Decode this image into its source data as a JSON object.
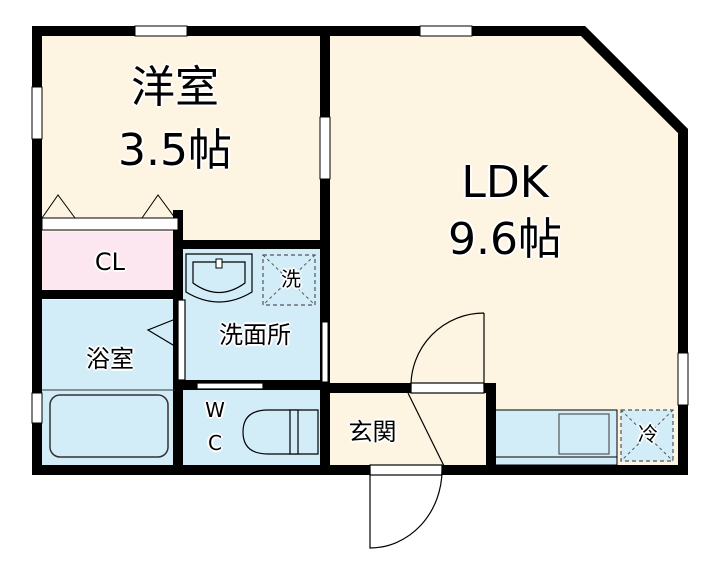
{
  "floorplan": {
    "colors": {
      "wall": "#000000",
      "room_floor": "#fdf5e2",
      "wet_area": "#d2ecf8",
      "closet": "#fce6ef",
      "window": "#ffffff"
    },
    "rooms": {
      "western_room": {
        "name": "洋室",
        "size": "3.5帖"
      },
      "ldk": {
        "name": "LDK",
        "size": "9.6帖"
      },
      "closet": {
        "name": "CL"
      },
      "bathroom": {
        "name": "浴室"
      },
      "washroom": {
        "name": "洗面所"
      },
      "washer_space": {
        "name": "洗"
      },
      "toilet": {
        "name_line1": "W",
        "name_line2": "C"
      },
      "entrance": {
        "name": "玄関"
      },
      "fridge_space": {
        "name": "冷"
      }
    }
  }
}
